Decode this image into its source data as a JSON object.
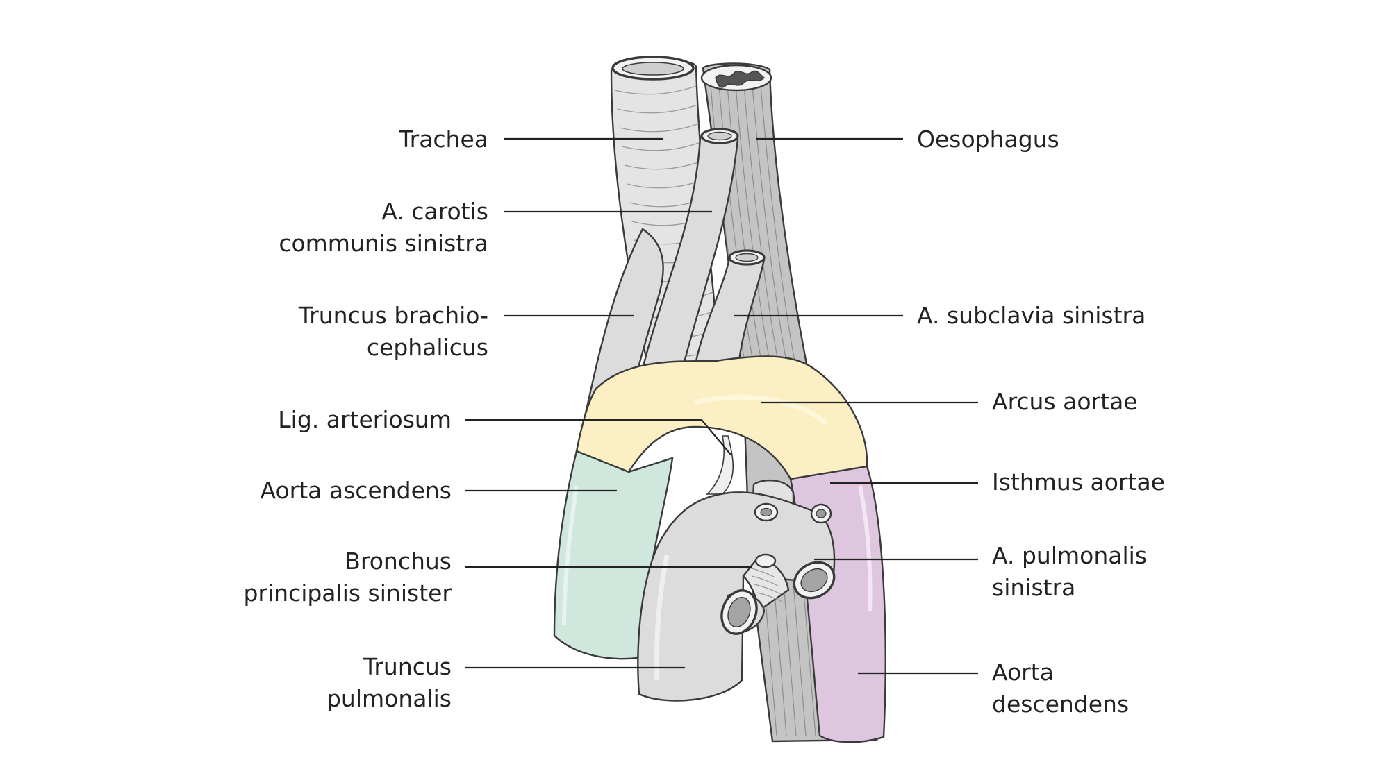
{
  "colors": {
    "gray_vessel": "#dcdcdc",
    "gray_shadow": "#bdbdbd",
    "gray_dark": "#a8a8a8",
    "esophagus": "#c4c4c4",
    "arch_yellow": "#fbefc3",
    "ascending_green": "#cfe7dd",
    "descending_purple": "#ddc6de",
    "outline": "#3a3a3a",
    "leader_line": "#222222"
  },
  "labels": {
    "trachea": {
      "lines": [
        "Trachea"
      ]
    },
    "carotis": {
      "lines": [
        "A. carotis",
        "communis sinistra"
      ]
    },
    "brachio": {
      "lines": [
        "Truncus brachio-",
        "cephalicus"
      ]
    },
    "lig": {
      "lines": [
        "Lig. arteriosum"
      ]
    },
    "aorta_asc": {
      "lines": [
        "Aorta ascendens"
      ]
    },
    "bronchus": {
      "lines": [
        "Bronchus",
        "principalis sinister"
      ]
    },
    "truncus_pulm": {
      "lines": [
        "Truncus",
        "pulmonalis"
      ]
    },
    "oesophagus": {
      "lines": [
        "Oesophagus"
      ]
    },
    "subclavia": {
      "lines": [
        "A. subclavia sinistra"
      ]
    },
    "arcus": {
      "lines": [
        "Arcus aortae"
      ]
    },
    "isthmus": {
      "lines": [
        "Isthmus aortae"
      ]
    },
    "pulm_sin": {
      "lines": [
        "A. pulmonalis",
        "sinistra"
      ]
    },
    "aorta_desc": {
      "lines": [
        "Aorta",
        "descendens"
      ]
    }
  }
}
